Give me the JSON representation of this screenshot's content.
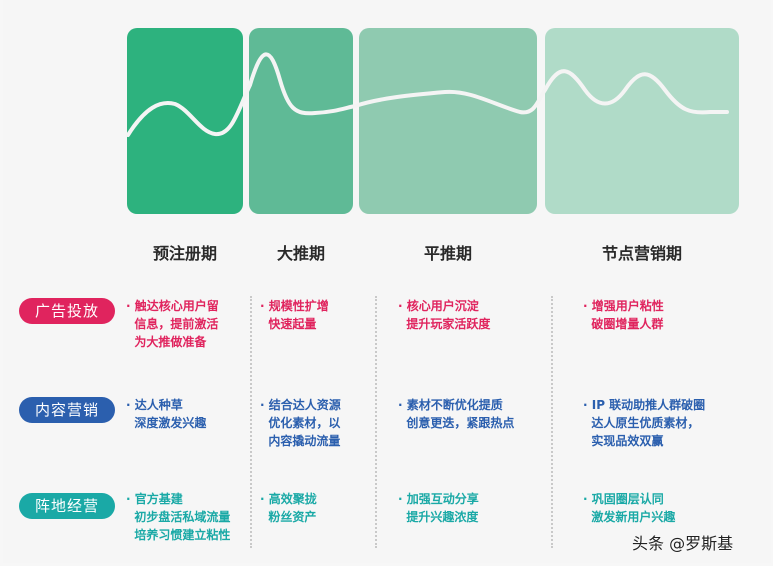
{
  "colors": {
    "background": "#f6f6f6",
    "panel_1": "#2db27e",
    "panel_2": "#5fba96",
    "panel_3": "#8fcab0",
    "panel_4": "#b0dbc8",
    "curve": "#f4f4f4",
    "ad_row": "#e0245e",
    "content_row": "#2b5fae",
    "position_row": "#1aa9a6"
  },
  "phases": [
    {
      "label": "预注册期"
    },
    {
      "label": "大推期"
    },
    {
      "label": "平推期"
    },
    {
      "label": "节点营销期"
    }
  ],
  "rows": [
    {
      "label": "广告投放",
      "cells": [
        "· 触达核心用户留\n  信息，提前激活\n  为大推做准备",
        "· 规模性扩增\n  快速起量",
        "· 核心用户沉淀\n  提升玩家活跃度",
        "· 增强用户粘性\n  破圈增量人群"
      ]
    },
    {
      "label": "内容营销",
      "cells": [
        "· 达人种草\n  深度激发兴趣",
        "· 结合达人资源\n  优化素材，以\n  内容撬动流量",
        "· 素材不断优化提质\n  创意更迭，紧跟热点",
        "· IP 联动助推人群破圈\n  达人原生优质素材，\n  实现品效双赢"
      ]
    },
    {
      "label": "阵地经营",
      "cells": [
        "· 官方基建\n  初步盘活私域流量\n  培养习惯建立粘性",
        "· 高效聚拢\n  粉丝资产",
        "· 加强互动分享\n  提升兴趣浓度",
        "· 巩固圈层认同\n  激发新用户兴趣"
      ]
    }
  ],
  "watermark": "头条 @罗斯基"
}
